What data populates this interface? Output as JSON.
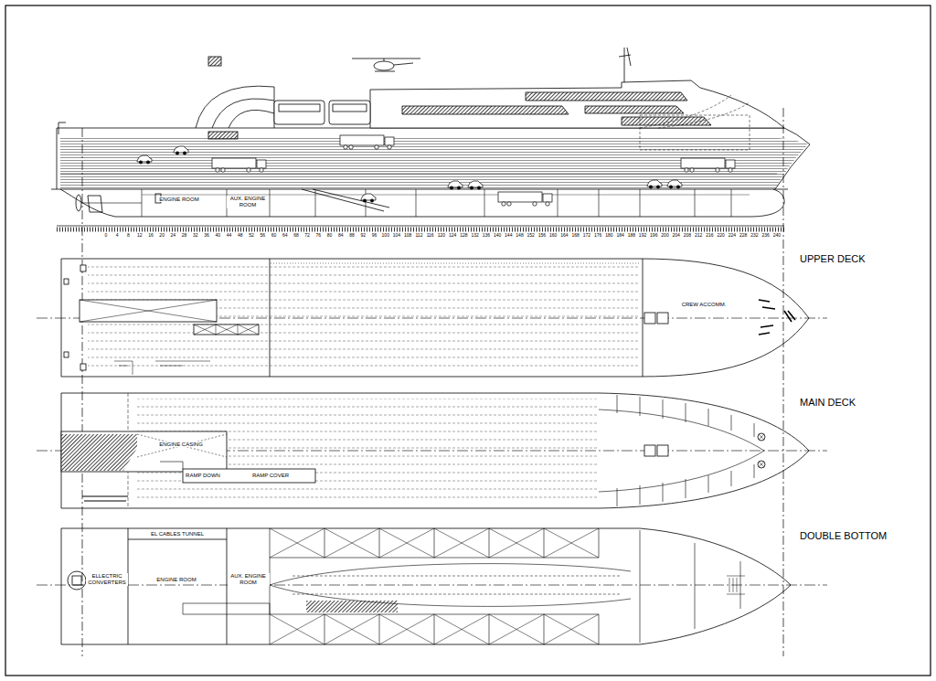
{
  "diagram": {
    "nodes": [
      {
        "text": [
          "ENGINE ROOM"
        ]
      },
      {
        "text": [
          "AUX. ENGINE ROOM"
        ]
      },
      {
        "text": [
          "CREW ACCOMM."
        ]
      },
      {
        "text": [
          "ENGINE CASING"
        ]
      },
      {
        "text": [
          "RAMP DOWN"
        ]
      },
      {
        "text": [
          "RAMP COVER"
        ]
      },
      {
        "text": [
          "EL CABLES TUNNEL"
        ]
      },
      {
        "text": [
          "ELLECTRIC CONVERTERS"
        ]
      },
      {
        "text": [
          "ENGINE ROOM"
        ]
      },
      {
        "text": [
          "AUX. ENGINE ROOM"
        ]
      }
    ],
    "labels": [
      "UPPER DECK",
      "MAIN DECK",
      "DOUBLE BOTTOM",
      "0",
      "4",
      "8",
      "12",
      "16",
      "20",
      "24",
      "28",
      "32",
      "36",
      "40",
      "44",
      "48",
      "52",
      "56",
      "60",
      "64",
      "68",
      "72",
      "76",
      "80",
      "84",
      "88",
      "92",
      "96",
      "100",
      "104",
      "108",
      "112",
      "116",
      "120",
      "124",
      "128",
      "132",
      "136",
      "140",
      "144",
      "148",
      "152",
      "156",
      "160",
      "164",
      "168",
      "172",
      "176",
      "180",
      "184",
      "188",
      "192",
      "196",
      "200",
      "204",
      "208",
      "212",
      "216",
      "220",
      "224",
      "228",
      "232",
      "236",
      "240"
    ]
  }
}
